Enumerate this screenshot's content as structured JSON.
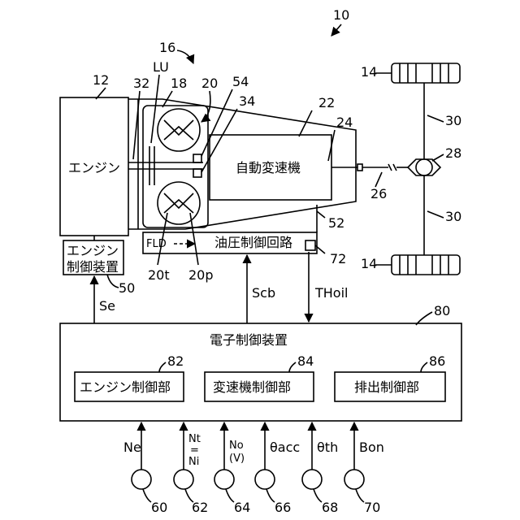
{
  "figure_number": "10",
  "components": {
    "engine": {
      "label": "エンジン",
      "ref": "12"
    },
    "engine_controller": {
      "label_line1": "エンジン",
      "label_line2": "制御装置",
      "ref": "50"
    },
    "transmission": {
      "label": "自動変速機",
      "ref": "22"
    },
    "hydraulic_circuit": {
      "label": "油圧制御回路",
      "ref": "52"
    },
    "ecu": {
      "label": "電子制御装置",
      "ref": "80"
    },
    "engine_control_unit": {
      "label": "エンジン制御部",
      "ref": "82"
    },
    "shift_control_unit": {
      "label": "変速機制御部",
      "ref": "84"
    },
    "exhaust_control_unit": {
      "label": "排出制御部",
      "ref": "86"
    }
  },
  "refs": {
    "torque_converter": "16",
    "lockup": "LU",
    "turbine_shaft": "18",
    "pump": "20",
    "crank": "32",
    "housing": "54",
    "oil_pump": "34",
    "output_shaft": "24",
    "propeller_shaft": "26",
    "differential": "28",
    "axle_top": "30",
    "axle_bottom": "30",
    "wheel_top": "14",
    "wheel_bottom": "14",
    "turbine": "20t",
    "impeller": "20p",
    "oil_temp_sensor": "72"
  },
  "flow_label": "FLD",
  "signals": {
    "se": "Se",
    "scb": "Scb",
    "thoil": "THoil"
  },
  "sensors": [
    {
      "signal": "Ne",
      "ref": "60"
    },
    {
      "signal_line1": "Nt",
      "signal_line2": "=",
      "signal_line3": "Ni",
      "ref": "62"
    },
    {
      "signal_line1": "No",
      "signal_line2": "(V)",
      "ref": "64"
    },
    {
      "signal": "θacc",
      "ref": "66"
    },
    {
      "signal": "θth",
      "ref": "68"
    },
    {
      "signal": "Bon",
      "ref": "70"
    }
  ]
}
